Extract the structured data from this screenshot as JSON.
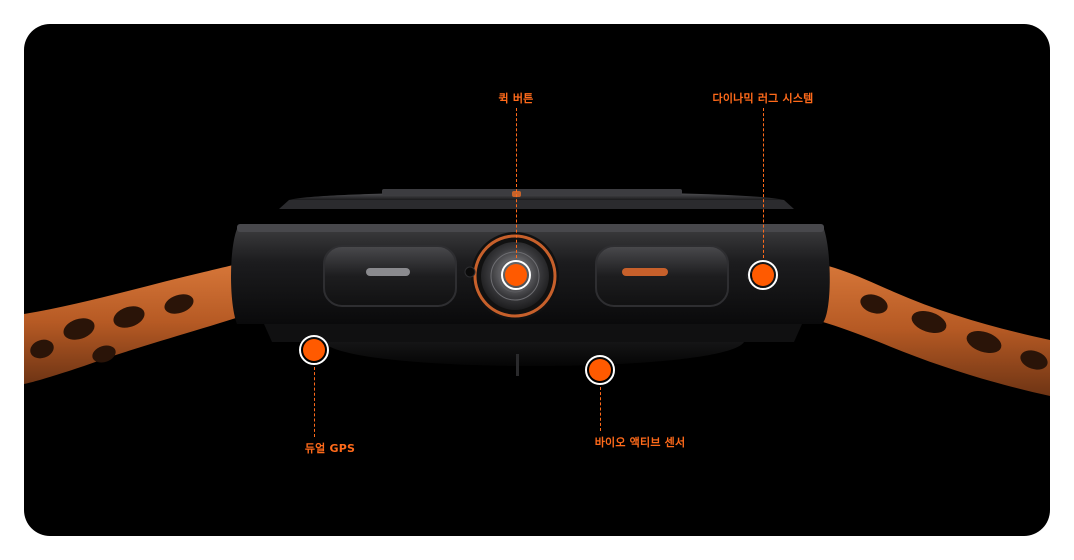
{
  "colors": {
    "background": "#000000",
    "accent": "#ff5a00",
    "label": "#ff6a1a",
    "band": "#c4622a"
  },
  "hotspots": [
    {
      "id": "quick-button",
      "label": "퀵 버튼"
    },
    {
      "id": "dynamic-lug-system",
      "label": "다이나믹 러그 시스템"
    },
    {
      "id": "dual-gps",
      "label": "듀얼 GPS"
    },
    {
      "id": "bio-active-sensor",
      "label": "바이오 액티브 센서"
    }
  ]
}
